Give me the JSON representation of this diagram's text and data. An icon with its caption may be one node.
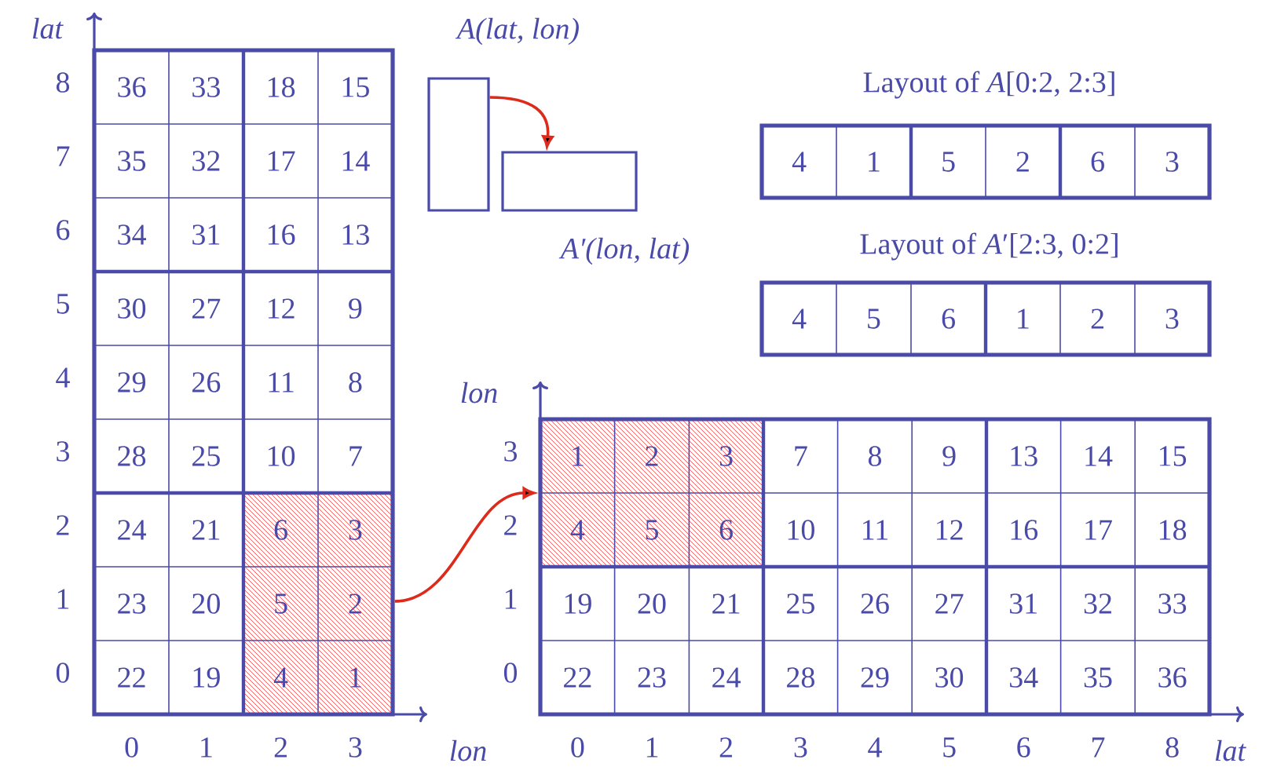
{
  "diagram": {
    "nodes": [
      {
        "text": [],
        "shape": "box"
      },
      {
        "text": [
          "A(lat, lon)"
        ]
      },
      {
        "text": [
          "A′(lon, lat)"
        ]
      },
      {
        "text": [
          "Layout of *A*[0:2, 2:3]"
        ]
      },
      {
        "text": [
          "Layout of *A*′[2:3, 0:2]"
        ]
      },
      {
        "text": [],
        "shape": "box"
      }
    ],
    "edges": [
      {
        "from": 0,
        "to": 5,
        "arrow": "to",
        "color": "#dd2a1b"
      },
      {
        "from": 1,
        "to": 2,
        "arrow": "to",
        "color": "#dd2a1b"
      }
    ],
    "labels": [
      "lat",
      "8",
      "7",
      "6",
      "5",
      "4",
      "3",
      "2",
      "1",
      "0",
      "36",
      "33",
      "18",
      "15",
      "35",
      "32",
      "17",
      "14",
      "34",
      "31",
      "16",
      "13",
      "30",
      "27",
      "12",
      "9",
      "29",
      "26",
      "11",
      "8",
      "28",
      "25",
      "10",
      "7",
      "24",
      "21",
      "6",
      "3",
      "23",
      "20",
      "5",
      "2",
      "22",
      "19",
      "4",
      "1",
      "0",
      "1",
      "2",
      "3",
      "lon",
      "4",
      "1",
      "5",
      "2",
      "6",
      "3",
      "4",
      "5",
      "6",
      "1",
      "2",
      "3",
      "lon",
      "3",
      "2",
      "1",
      "0",
      "1",
      "2",
      "3",
      "7",
      "8",
      "9",
      "13",
      "14",
      "15",
      "4",
      "5",
      "6",
      "10",
      "11",
      "12",
      "16",
      "17",
      "18",
      "19",
      "20",
      "21",
      "25",
      "26",
      "27",
      "31",
      "32",
      "33",
      "22",
      "23",
      "24",
      "28",
      "29",
      "30",
      "34",
      "35",
      "36",
      "0",
      "1",
      "2",
      "3",
      "4",
      "5",
      "6",
      "7",
      "8",
      "lat"
    ]
  }
}
